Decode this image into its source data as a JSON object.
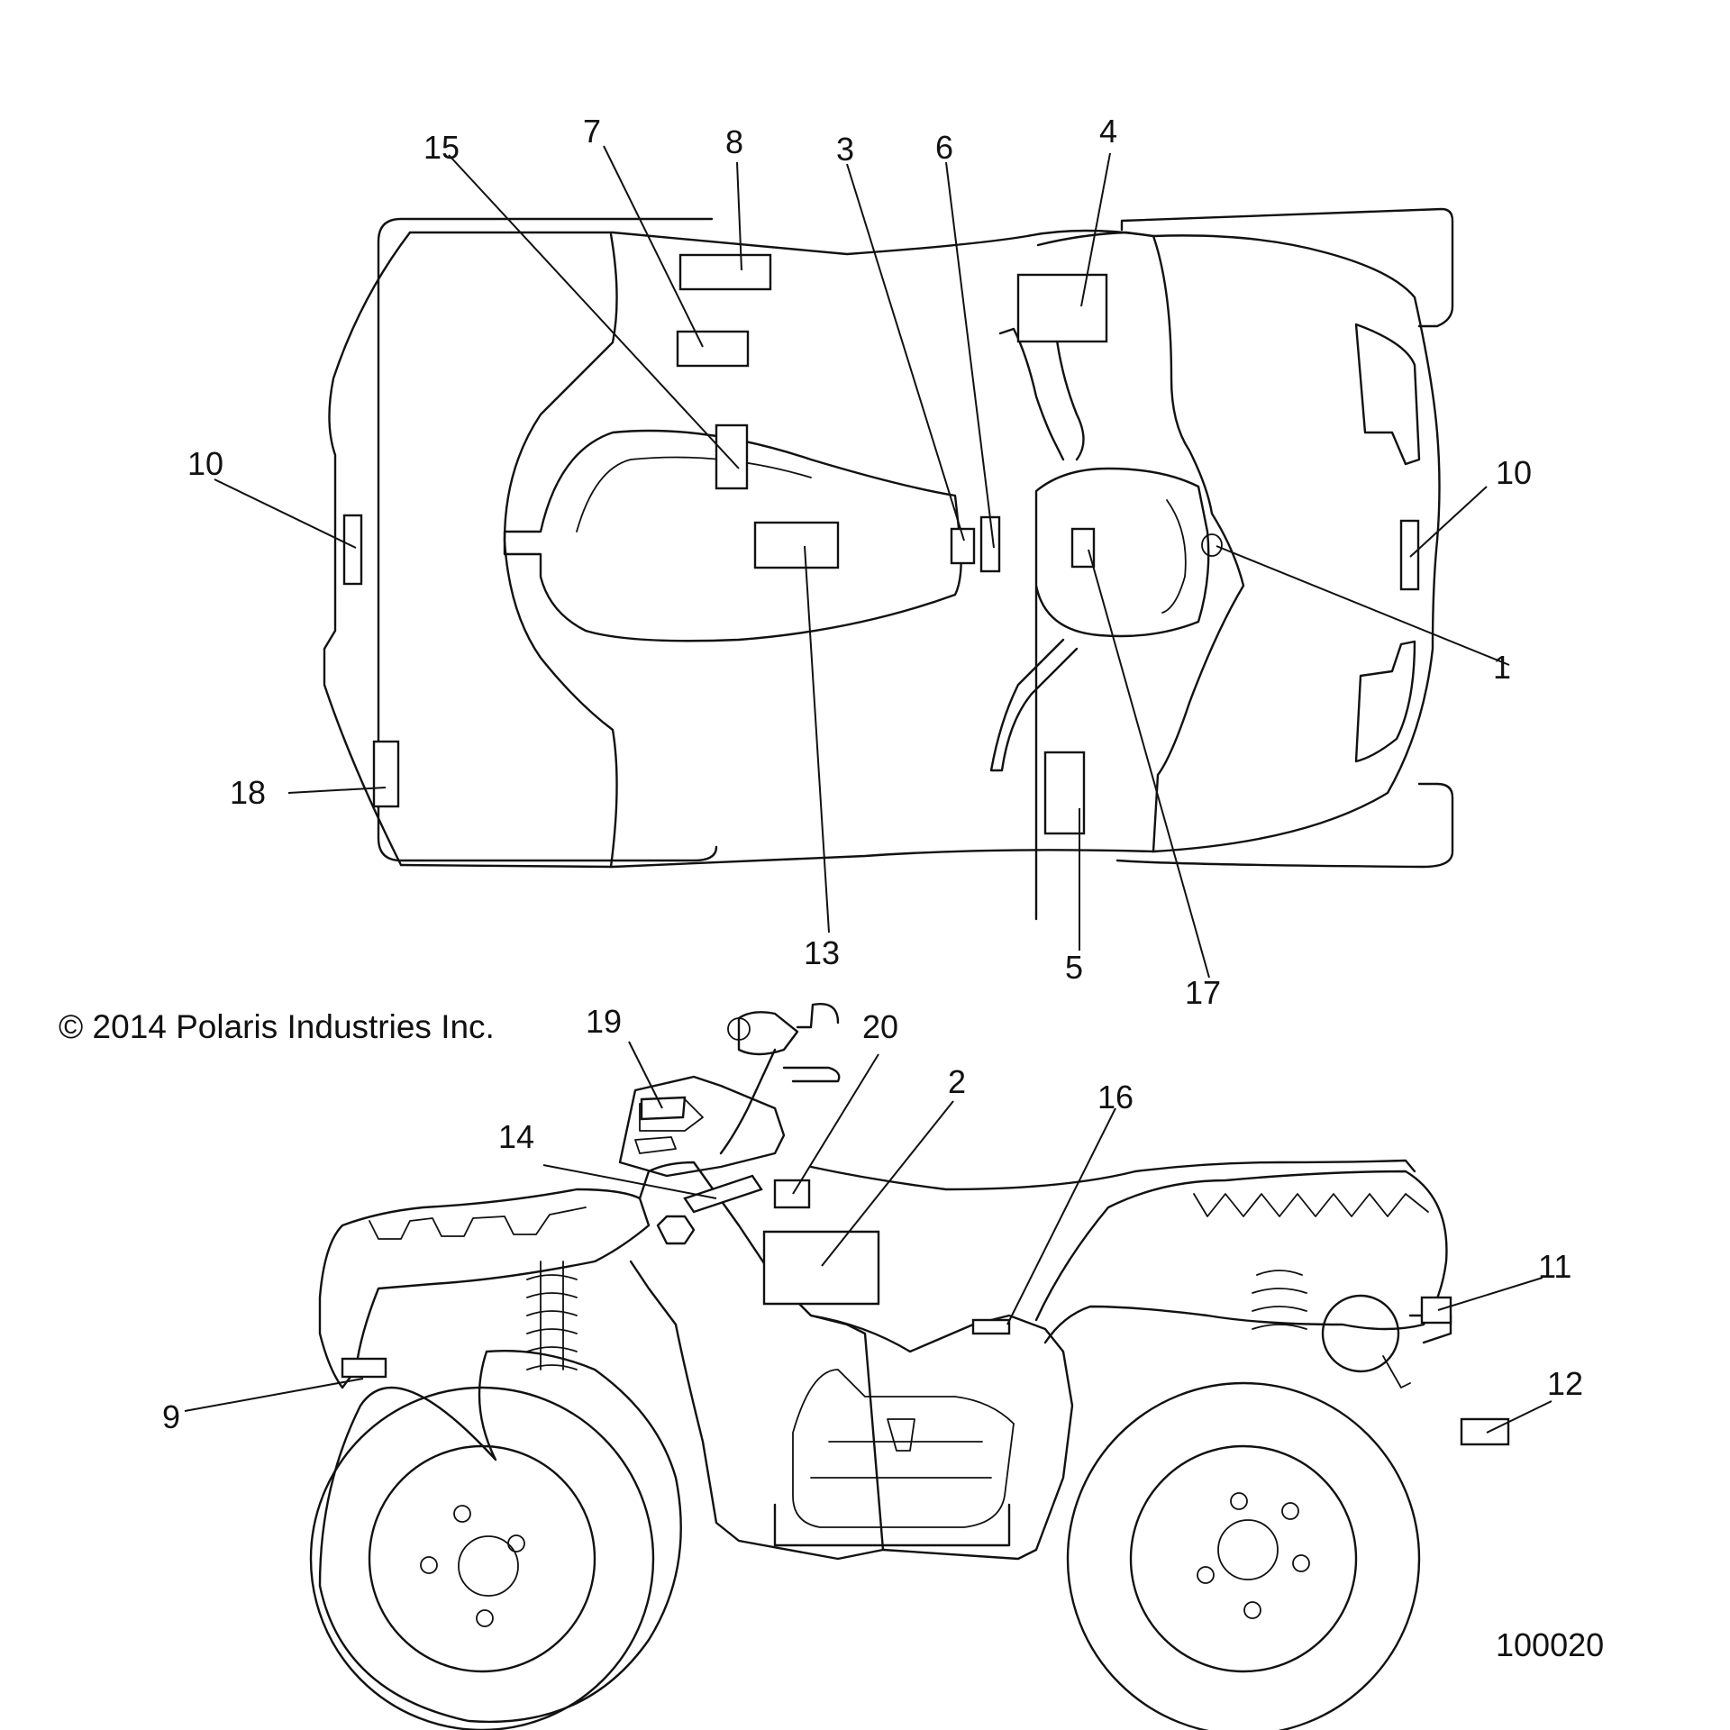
{
  "copyright": "© 2014 Polaris Industries Inc.",
  "figure_number": "100020",
  "callouts": [
    "15",
    "7",
    "8",
    "3",
    "6",
    "4",
    "10",
    "10",
    "1",
    "18",
    "13",
    "5",
    "17",
    "19",
    "20",
    "2",
    "16",
    "14",
    "11",
    "12",
    "9"
  ]
}
